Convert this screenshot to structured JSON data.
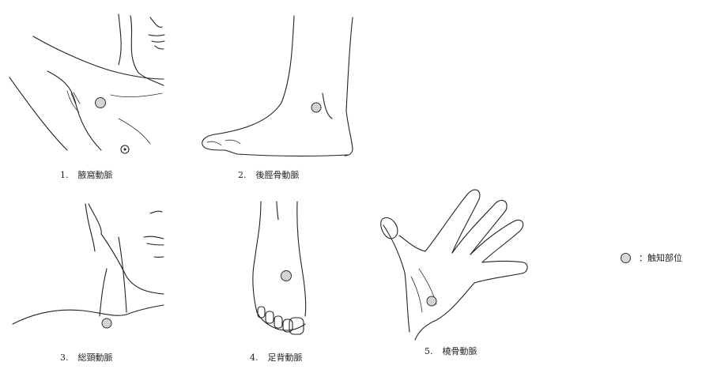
{
  "figures": [
    {
      "number": "1.",
      "label": "腋窩動脈"
    },
    {
      "number": "2.",
      "label": "後脛骨動脈"
    },
    {
      "number": "3.",
      "label": "総頸動脈"
    },
    {
      "number": "4.",
      "label": "足背動脈"
    },
    {
      "number": "5.",
      "label": "橈骨動脈"
    }
  ],
  "legend": {
    "label": "：触知部位"
  }
}
